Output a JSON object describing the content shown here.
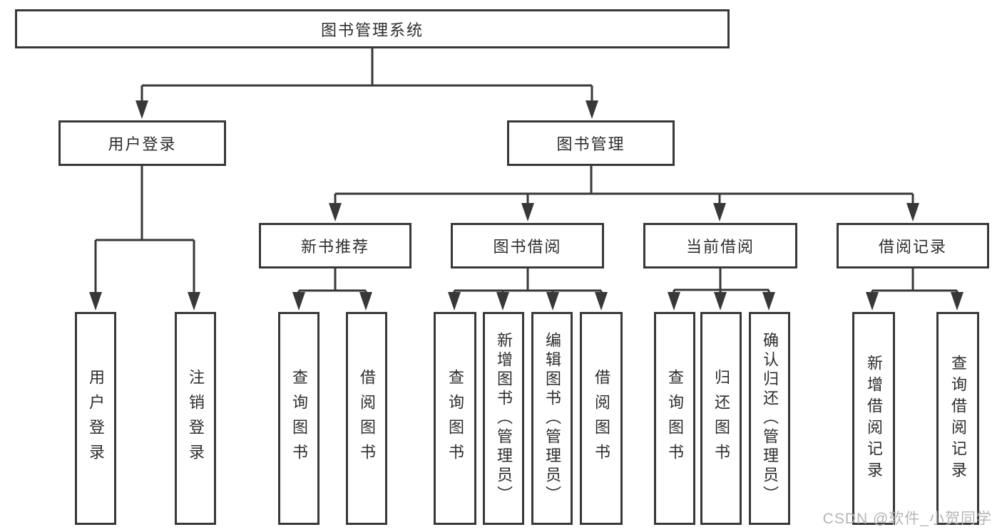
{
  "colors": {
    "line": "#383838",
    "box_fill": "#ffffff",
    "text": "#2d2d2d",
    "watermark": "#b5b5b5"
  },
  "watermark": {
    "text": "CSDN @软件_小贺同学"
  },
  "tree": {
    "root": {
      "label": "图书管理系统",
      "children": [
        {
          "label": "用户登录",
          "children": [
            {
              "label": "用户登录"
            },
            {
              "label": "注销登录"
            }
          ]
        },
        {
          "label": "图书管理",
          "children": [
            {
              "label": "新书推荐",
              "children": [
                {
                  "label": "查询图书"
                },
                {
                  "label": "借阅图书"
                }
              ]
            },
            {
              "label": "图书借阅",
              "children": [
                {
                  "label": "查询图书"
                },
                {
                  "label": "新增图书（管理员）"
                },
                {
                  "label": "编辑图书（管理员）"
                },
                {
                  "label": "借阅图书"
                }
              ]
            },
            {
              "label": "当前借阅",
              "children": [
                {
                  "label": "查询图书"
                },
                {
                  "label": "归还图书"
                },
                {
                  "label": "确认归还（管理员）"
                }
              ]
            },
            {
              "label": "借阅记录",
              "children": [
                {
                  "label": "新增借阅记录"
                },
                {
                  "label": "查询借阅记录"
                }
              ]
            }
          ]
        }
      ]
    }
  }
}
